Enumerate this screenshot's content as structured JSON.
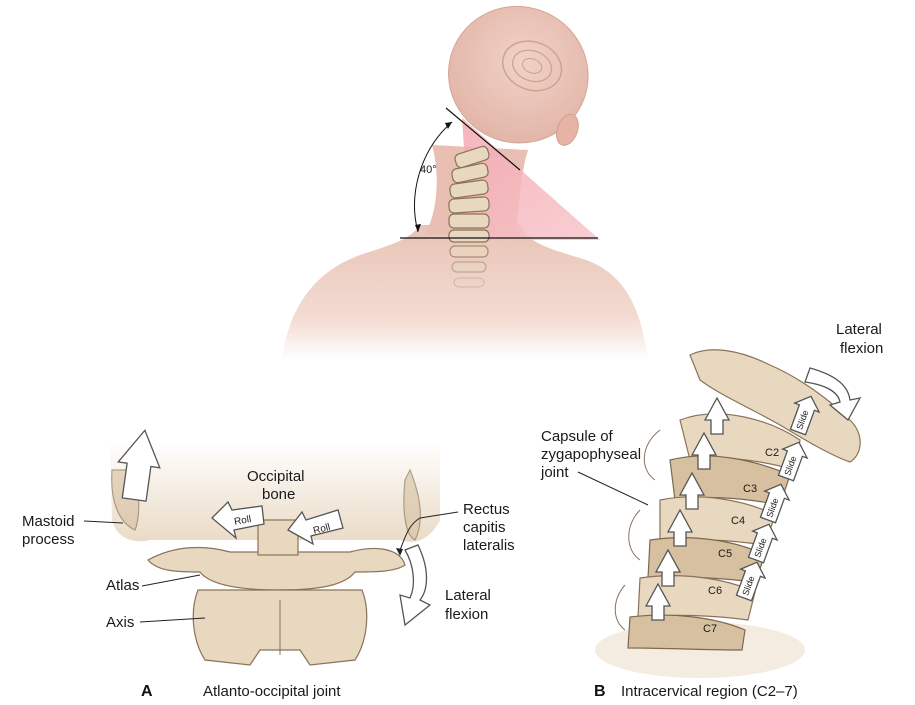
{
  "top_figure": {
    "angle_label": "40°"
  },
  "panel_a": {
    "letter": "A",
    "caption": "Atlanto-occipital joint",
    "labels": {
      "occipital_bone_line1": "Occipital",
      "occipital_bone_line2": "bone",
      "mastoid_line1": "Mastoid",
      "mastoid_line2": "process",
      "rectus_line1": "Rectus",
      "rectus_line2": "capitis",
      "rectus_line3": "lateralis",
      "atlas": "Atlas",
      "axis": "Axis",
      "lateral_flexion_line1": "Lateral",
      "lateral_flexion_line2": "flexion",
      "roll_left": "Roll",
      "roll_right": "Roll"
    }
  },
  "panel_b": {
    "letter": "B",
    "caption": "Intracervical region (C2–7)",
    "labels": {
      "lateral_flexion_line1": "Lateral",
      "lateral_flexion_line2": "flexion",
      "capsule_line1": "Capsule of",
      "capsule_line2": "zygapophyseal",
      "capsule_line3": "joint",
      "slide": "Slide",
      "vertebrae": [
        "C2",
        "C3",
        "C4",
        "C5",
        "C6",
        "C7"
      ]
    }
  }
}
